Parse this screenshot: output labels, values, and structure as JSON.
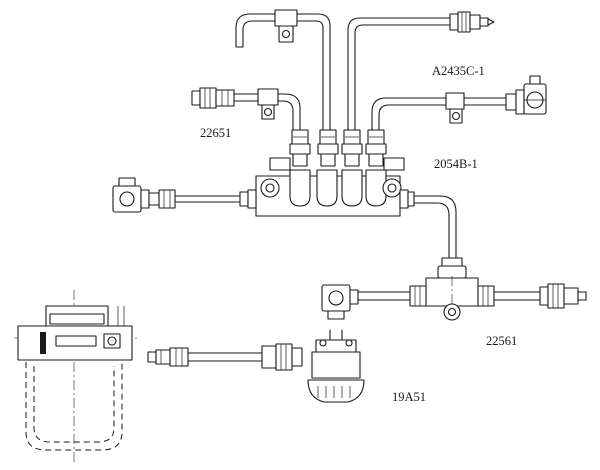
{
  "labels": {
    "part_a2435c": "A2435C-1",
    "part_22651": "22651",
    "part_2054b": "2054B-1",
    "part_22561": "22561",
    "part_19a51": "19A51"
  }
}
